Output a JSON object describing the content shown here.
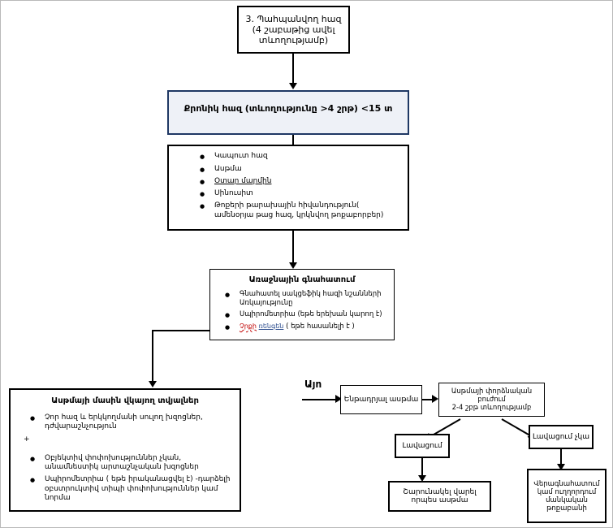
{
  "meta": {
    "language": "Armenian",
    "diagram_type": "clinical-flowchart",
    "accent_blue_border": "#1f3864",
    "accent_blue_fill": "#eef1f7",
    "spell_red": "#c00000",
    "spell_blue": "#2a4b8d"
  },
  "nodes": {
    "top": {
      "line1": "3. Պահպանվող հազ",
      "line2": "(4 շաբաթից ավել",
      "line3": "տևողությամբ)"
    },
    "chronic": {
      "text": "Քրոնիկ հազ (տևողությունը >4 շրթ) <15 տ"
    },
    "differential": {
      "items": [
        "Կապուտ հազ",
        "Ասթմա",
        "Օտար մարմին",
        "Սինուսիտ",
        "Թոքերի թարախային հիվանդություն("
      ],
      "item5_line2": "ամենօրյա թաց հազ, կրկնվող թոքաբորբեր)",
      "underlined_index": 2
    },
    "primary_assessment": {
      "title": "Առաջնային գնահատում",
      "items": [
        "Գնահատել սակցեֆիկ հազի նշանների",
        "Առկայությունը",
        "Սպիրոմետրիա (եթե երեխան կարող է)"
      ],
      "item3_spell_red": "Չրքի",
      "item3_spell_blue": "ռենգեն",
      "item3_rest": "( եթե հասանելի է )"
    },
    "asthma_evidence": {
      "title": "Ասթմայի մասին վկայող տվյալներ",
      "item1_line1": "Չոր հազ և երկկողմանի սուլող խզոցներ,",
      "item1_line2": "դժվարաշնչություն",
      "plus": "+",
      "item2_line1": "Օբյեկտիվ փոփոխություններ չկան,",
      "item2_line2": "անամնեստիկ արտաշնչական խզոցներ",
      "item3_line1": "Սպիրոմետրիա ( եթե իրականացվել է) -դարձելի",
      "item3_line2": "օբստրուկտիվ տիպի փոփոխություններ կամ նորմա"
    },
    "yes_label": {
      "text": "Այո"
    },
    "suspected_asthma": {
      "text": "Ենթադրյալ ասթմա"
    },
    "trial_treatment": {
      "line1": "Ասթմայի փորձնական բուժում",
      "line2": "2-4 շբթ տևողությամբ"
    },
    "improvement": {
      "text": "Լավացում"
    },
    "no_improvement": {
      "text": "Լավացում չկա"
    },
    "continue_asthma": {
      "line1": "Շարունակել վարել",
      "line2": "որպես ասթմա"
    },
    "reassess": {
      "line1": "Վերագնահատում",
      "line2": "կամ ուղղորդում",
      "line3": "մանկական",
      "line4": "թոքաբանի"
    }
  }
}
